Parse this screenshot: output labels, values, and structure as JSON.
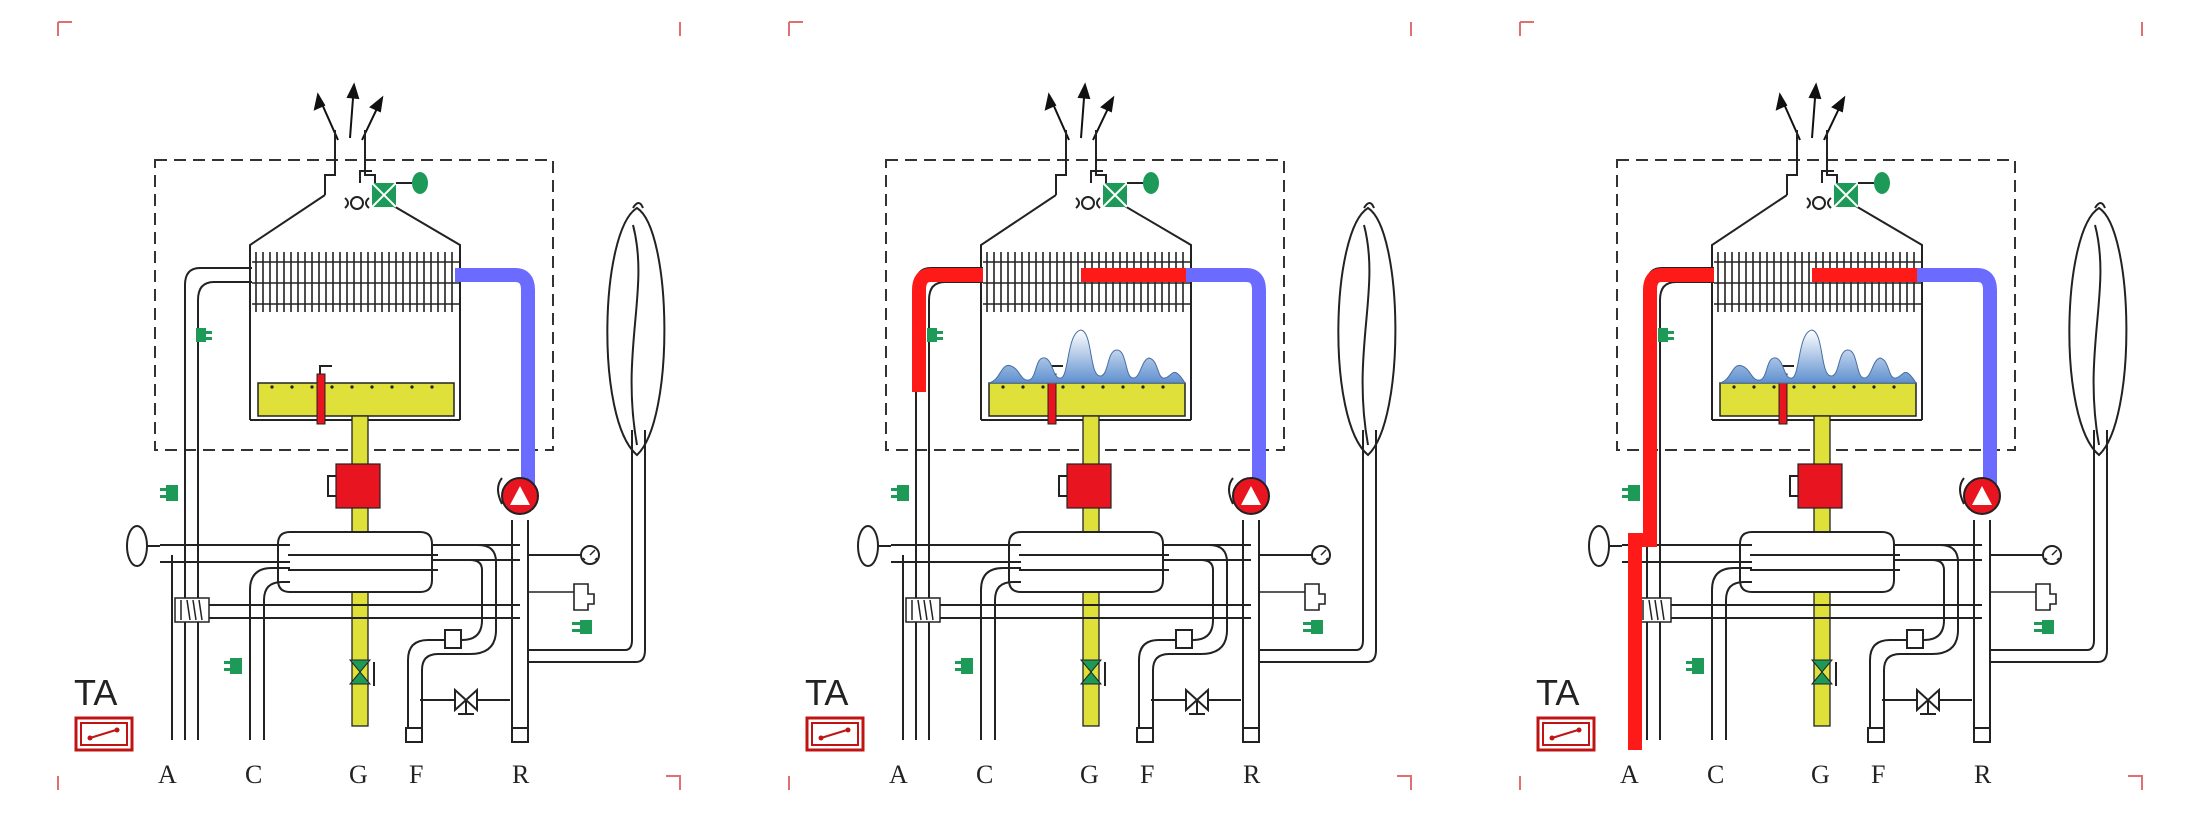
{
  "panels": [
    {
      "ta_label": "TA",
      "port_labels": [
        "A",
        "C",
        "G",
        "F",
        "R"
      ],
      "state": {
        "flame": false,
        "heat_circuit": "partial",
        "dhw_active": false
      },
      "colors": {
        "hot": "#ff1a1a",
        "cold": "#6b6bff",
        "gas": "#dfe03a",
        "green": "#1e9a58"
      }
    },
    {
      "ta_label": "TA",
      "port_labels": [
        "A",
        "C",
        "G",
        "F",
        "R"
      ],
      "state": {
        "flame": true,
        "heat_circuit": "hot-top",
        "dhw_active": false
      },
      "colors": {
        "hot": "#ff1a1a",
        "cold": "#6b6bff",
        "gas": "#dfe03a",
        "green": "#1e9a58"
      }
    },
    {
      "ta_label": "TA",
      "port_labels": [
        "A",
        "C",
        "G",
        "F",
        "R"
      ],
      "state": {
        "flame": true,
        "heat_circuit": "hot-full",
        "dhw_active": true
      },
      "colors": {
        "hot": "#ff1a1a",
        "cold": "#6b6bff",
        "gas": "#dfe03a",
        "green": "#1e9a58"
      }
    }
  ]
}
